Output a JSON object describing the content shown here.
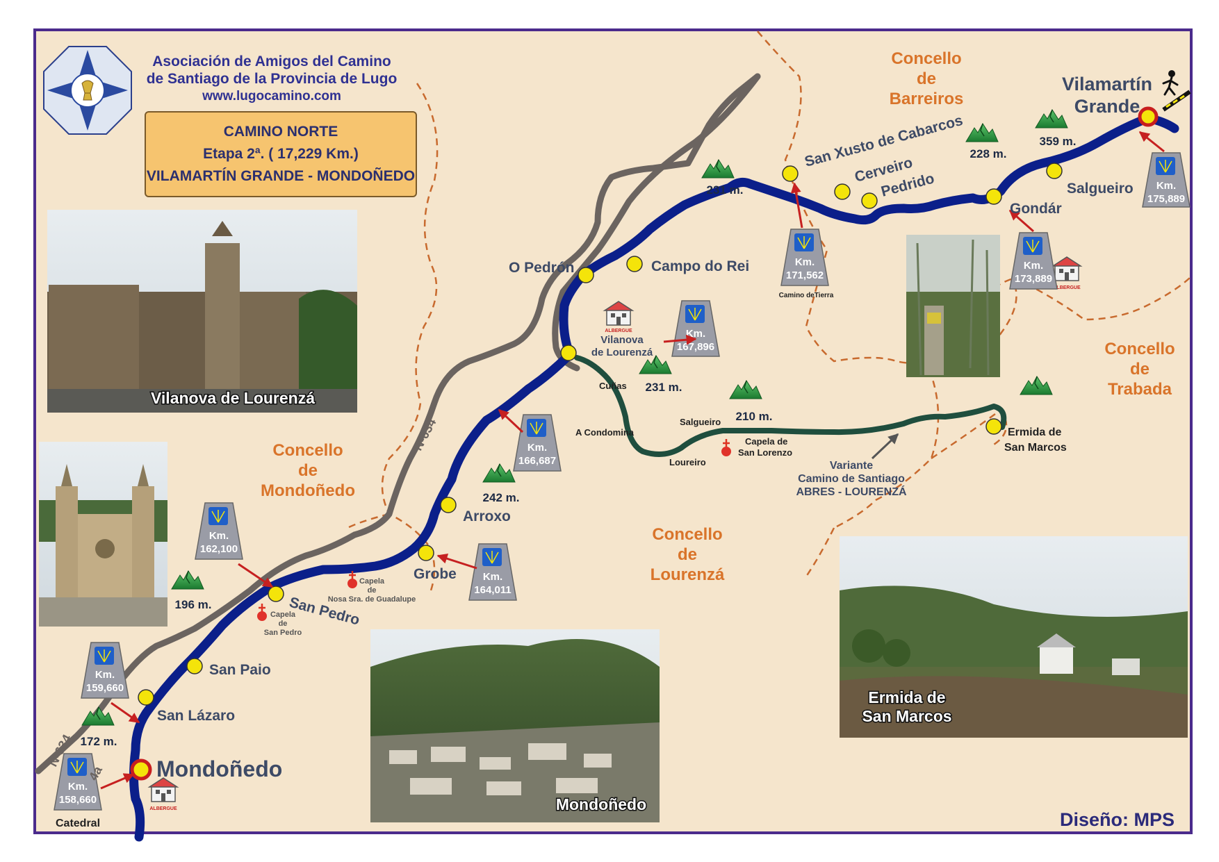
{
  "association": {
    "line1": "Asociación de Amigos del Camino",
    "line2": "de Santiago de la Provincia de Lugo",
    "url": "www.lugocamino.com"
  },
  "stage": {
    "line1": "CAMINO NORTE",
    "line2": "Etapa 2ª. ( 17,229 Km.)",
    "line3": "VILAMARTÍN GRANDE - MONDOÑEDO"
  },
  "design_credit": "Diseño: MPS",
  "colors": {
    "background": "#f5e5cc",
    "route": "#0b1f8a",
    "variant": "#1f4e3e",
    "road": "#6b6460",
    "border": "#4b2b8c",
    "boundary": "#c86a2e",
    "stop": "#f4e40a",
    "mountain": "#1f8a3a",
    "km_marker": "#9a9ca6"
  },
  "places": {
    "vilamartin": "Vilamartín",
    "grande": "Grande",
    "san_xusto": "San Xusto de Cabarcos",
    "cerveiro": "Cerveiro",
    "pedrido": "Pedrido",
    "gondar": "Gondár",
    "salgueiro": "Salgueiro",
    "campo_do_rei": "Campo do Rei",
    "o_pedron": "O Pedrón",
    "vilanova1": "Vilanova",
    "vilanova2": "de Lourenzá",
    "cunas": "Cuñas",
    "a_condomina": "A Condomina",
    "salgueiro2": "Salgueiro",
    "loureiro": "Loureiro",
    "ermida1": "Ermida de",
    "ermida2": "San Marcos",
    "arroxo": "Arroxo",
    "grobe": "Grobe",
    "san_pedro": "San Pedro",
    "san_paio": "San Paio",
    "san_lazaro": "San Lázaro",
    "mondonedo": "Mondoñedo",
    "catedral": "Catedral",
    "camino_tierra": "Camino deTierra"
  },
  "chapels": {
    "lorenzo1": "Capela de",
    "lorenzo2": "San Lorenzo",
    "guad1": "Capela",
    "guad2": "de",
    "guad3": "Nosa Sra. de Guadalupe",
    "pedro1": "Capela",
    "pedro2": "de",
    "pedro3": "San Pedro"
  },
  "variant_label": {
    "l1": "Variante",
    "l2": "Camino de Santiago",
    "l3": "ABRES - LOURENZÁ"
  },
  "concellos": {
    "barreiros": [
      "Concello",
      "de",
      "Barreiros"
    ],
    "trabada": [
      "Concello",
      "de",
      "Trabada"
    ],
    "mondonedo": [
      "Concello",
      "de",
      "Mondoñedo"
    ],
    "lourenza": [
      "Concello",
      "de",
      "Lourenzá"
    ]
  },
  "altitudes": {
    "a359": "359 m.",
    "a228": "228 m.",
    "a231a": "231 m.",
    "a231b": "231 m.",
    "a210": "210 m.",
    "a242": "242 m.",
    "a196": "196 m.",
    "a172": "172 m."
  },
  "km_markers": {
    "k175": {
      "km": "Km.",
      "value": "175,889"
    },
    "k173": {
      "km": "Km.",
      "value": "173,889"
    },
    "k171": {
      "km": "Km.",
      "value": "171,562"
    },
    "k167": {
      "km": "Km.",
      "value": "167,896"
    },
    "k166": {
      "km": "Km.",
      "value": "166,687"
    },
    "k164": {
      "km": "Km.",
      "value": "164,011"
    },
    "k162": {
      "km": "Km.",
      "value": "162,100"
    },
    "k159": {
      "km": "Km.",
      "value": "159,660"
    },
    "k158": {
      "km": "Km.",
      "value": "158,660"
    }
  },
  "roads": {
    "n634a": "N-634",
    "n634b": "N-634",
    "n634c": "4a"
  },
  "albergue": "ALBERGUE",
  "photos": {
    "vilanova": "Vilanova de Lourenzá",
    "mondonedo": "Mondoñedo",
    "ermida1": "Ermida de",
    "ermida2": "San Marcos"
  }
}
